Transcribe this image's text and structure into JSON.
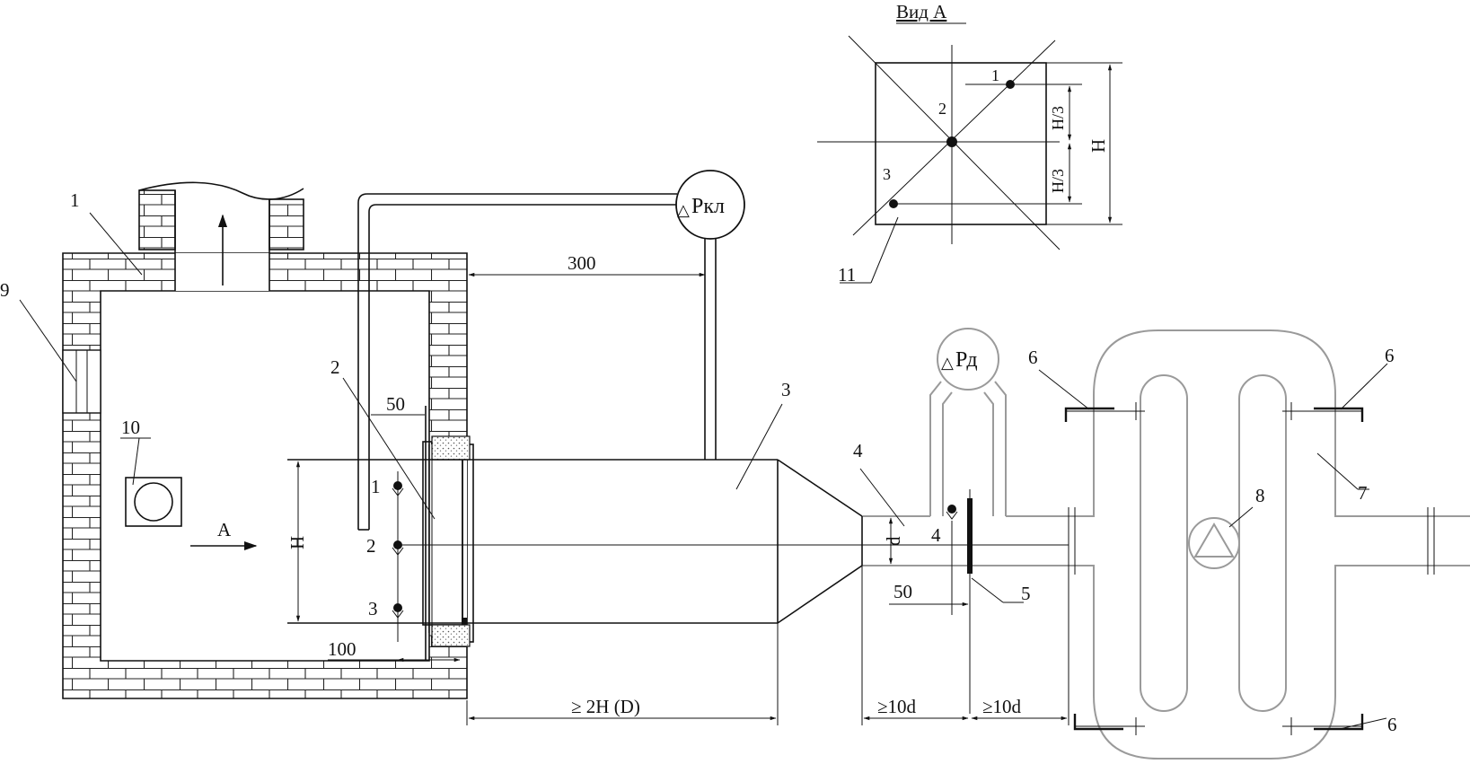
{
  "view_title": "Вид А",
  "gauges": {
    "chamber_pressure": "Ркл",
    "duct_pressure": "Рд",
    "delta_symbol": "△"
  },
  "labels": {
    "n1": "1",
    "n2": "2",
    "n3": "3",
    "n4": "4",
    "n5": "5",
    "n6": "6",
    "n7": "7",
    "n8": "8",
    "n9": "9",
    "n10": "10",
    "n11": "11",
    "arrow_a": "А",
    "height_h": "H",
    "duct_d": "d",
    "h_third": "H/3"
  },
  "dimensions": {
    "dim_300": "300",
    "dim_50": "50",
    "dim_100": "100",
    "dim_2h": "≥ 2H (D)",
    "dim_10d": "≥10d"
  }
}
